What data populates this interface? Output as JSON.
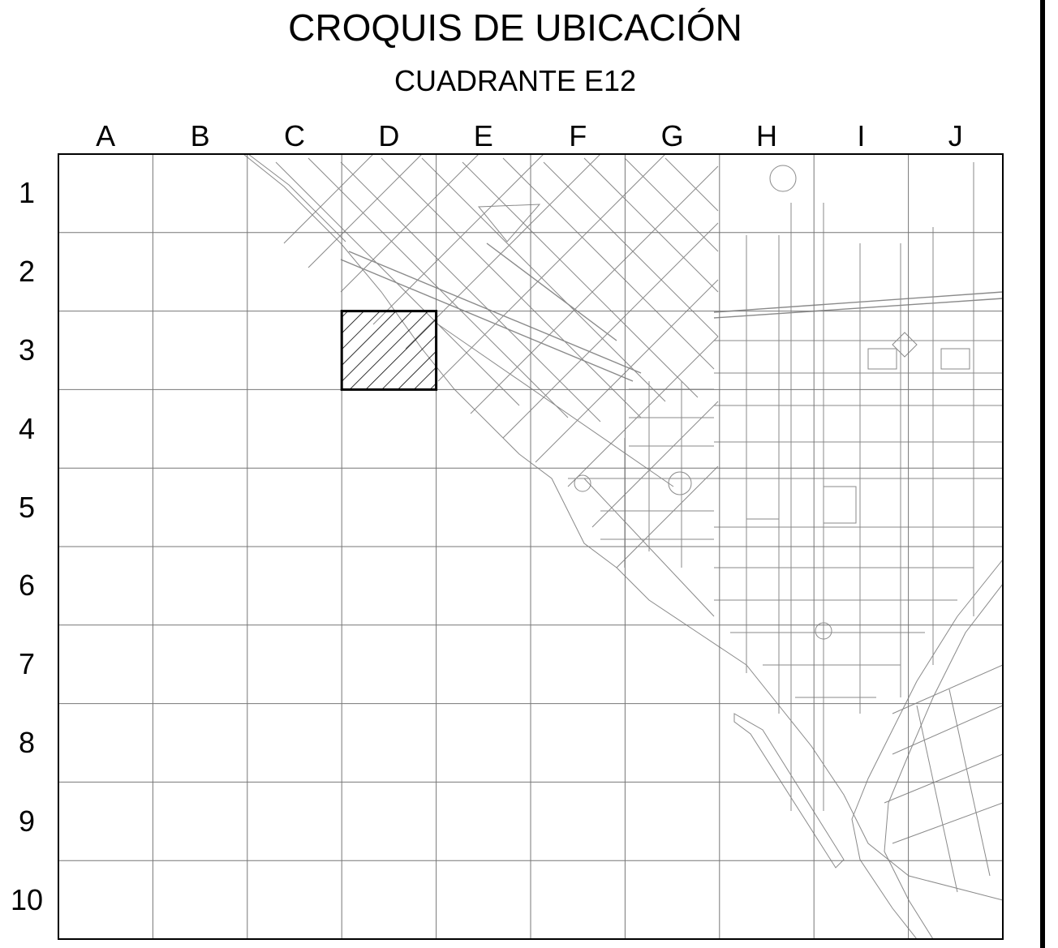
{
  "title": "CROQUIS DE UBICACIÓN",
  "subtitle": "CUADRANTE  E12",
  "grid": {
    "columns": [
      "A",
      "B",
      "C",
      "D",
      "E",
      "F",
      "G",
      "H",
      "I",
      "J"
    ],
    "rows": [
      "1",
      "2",
      "3",
      "4",
      "5",
      "6",
      "7",
      "8",
      "9",
      "10"
    ]
  },
  "highlight": {
    "column": "D",
    "row": "3"
  },
  "colors": {
    "ink": "#000000",
    "street": "#8a8a8a",
    "grid": "#777777",
    "background": "#ffffff"
  }
}
